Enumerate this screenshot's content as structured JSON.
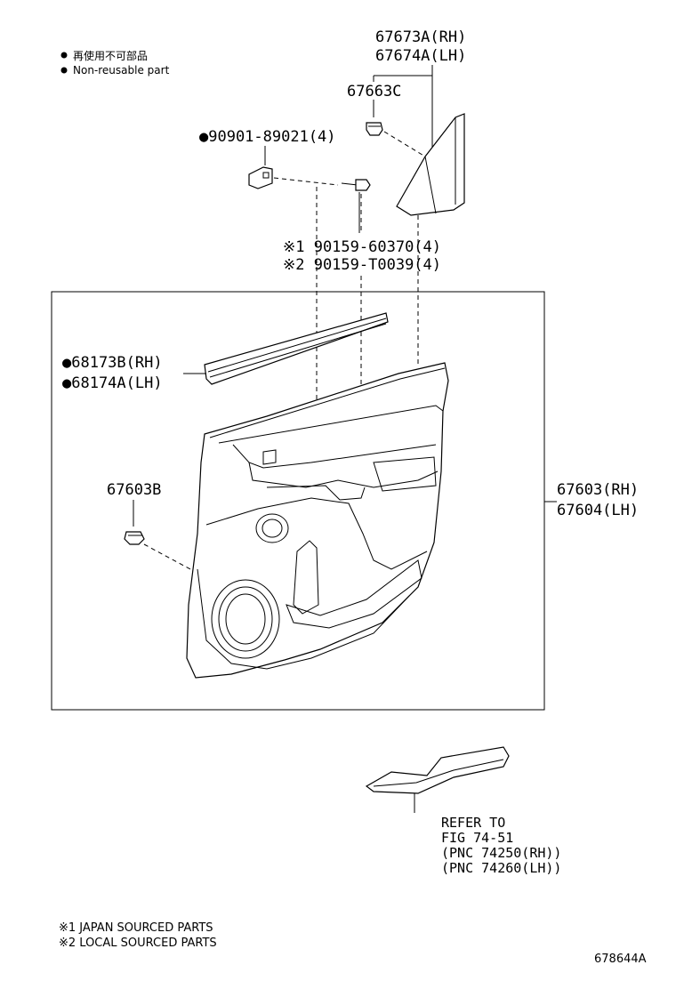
{
  "legend": {
    "items": [
      {
        "marker": "●",
        "text": "再使用不可部品"
      },
      {
        "marker": "●",
        "text": "Non-reusable part"
      }
    ]
  },
  "labels": {
    "molding_rh": "67673A(RH)",
    "molding_lh": "67674A(LH)",
    "clip_67663c": "67663C",
    "clip_90901": "●90901-89021(4)",
    "screw_1": "※1 90159-60370(4)",
    "screw_2": "※2 90159-T0039(4)",
    "weatherstrip_rh": "●68173B(RH)",
    "weatherstrip_lh": "●68174A(LH)",
    "clip_67603b": "67603B",
    "panel_rh": "67603(RH)",
    "panel_lh": "67604(LH)",
    "refer_1": "REFER TO",
    "refer_2": "FIG 74-51",
    "refer_3": "(PNC 74250(RH))",
    "refer_4": "(PNC 74260(LH))"
  },
  "footnotes": [
    "※1 JAPAN SOURCED PARTS",
    "※2 LOCAL SOURCED PARTS"
  ],
  "figure_id": "678644A"
}
